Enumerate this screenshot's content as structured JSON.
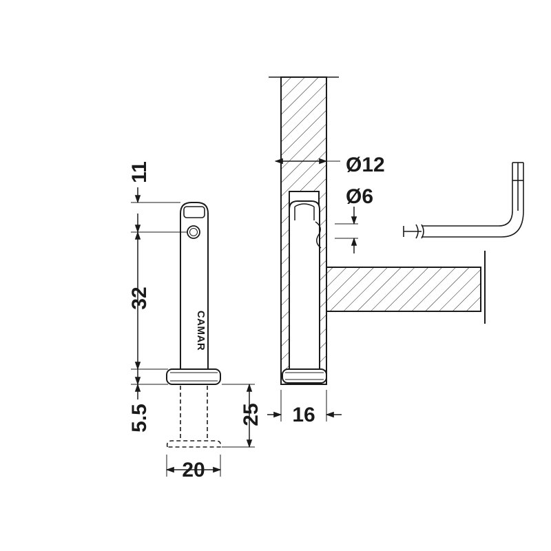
{
  "dimensions": {
    "top_offset": "11",
    "pin_body_length": "32",
    "head_height": "5.5",
    "head_diameter": "20",
    "drill_depth": "25",
    "panel_thickness": "16",
    "bore_diameter": "Ø12",
    "pin_diameter": "Ø6"
  },
  "labels": {
    "brand": "CAMAR"
  },
  "colors": {
    "ink": "#1a1a1a",
    "background": "#ffffff"
  }
}
